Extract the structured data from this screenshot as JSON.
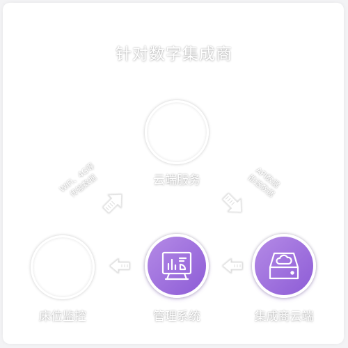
{
  "title": "针对数字集成商",
  "nodes": {
    "cloud": {
      "label": "云端服务"
    },
    "bed": {
      "label": "床位监控"
    },
    "mgmt": {
      "label": "管理系统",
      "icon": "monitor-chart-icon"
    },
    "integrator_cloud": {
      "label": "集成商云端",
      "icon": "cloud-storage-icon"
    }
  },
  "edges": {
    "left_line1": "WiFi、4G等",
    "left_line2": "传输数据",
    "right_line1": "API数据",
    "right_line2": "推送数据"
  },
  "colors": {
    "accent_start": "#b48ae6",
    "accent_end": "#8d5cd6"
  }
}
